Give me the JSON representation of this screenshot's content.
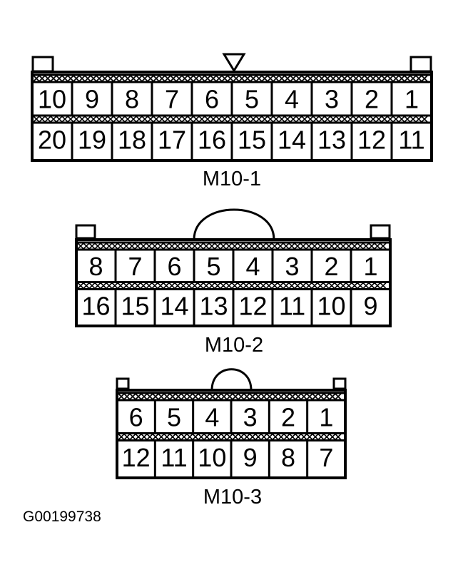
{
  "connectors": [
    {
      "label": "M10-1",
      "top_row": [
        "10",
        "9",
        "8",
        "7",
        "6",
        "5",
        "4",
        "3",
        "2",
        "1"
      ],
      "bottom_row": [
        "20",
        "19",
        "18",
        "17",
        "16",
        "15",
        "14",
        "13",
        "12",
        "11"
      ],
      "key": "triangle"
    },
    {
      "label": "M10-2",
      "top_row": [
        "8",
        "7",
        "6",
        "5",
        "4",
        "3",
        "2",
        "1"
      ],
      "bottom_row": [
        "16",
        "15",
        "14",
        "13",
        "12",
        "11",
        "10",
        "9"
      ],
      "key": "arch"
    },
    {
      "label": "M10-3",
      "top_row": [
        "6",
        "5",
        "4",
        "3",
        "2",
        "1"
      ],
      "bottom_row": [
        "12",
        "11",
        "10",
        "9",
        "8",
        "7"
      ],
      "key": "arch"
    }
  ],
  "figure_id": "G00199738",
  "colors": {
    "ink": "#000000",
    "paper": "#ffffff"
  }
}
